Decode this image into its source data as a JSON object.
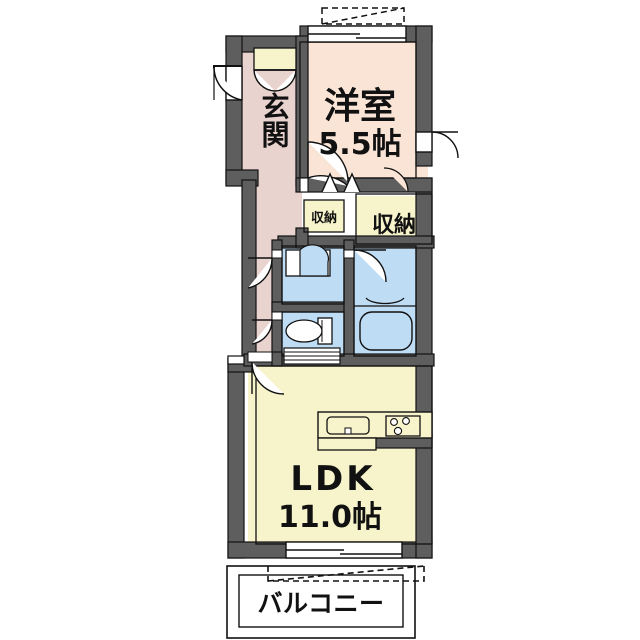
{
  "plan": {
    "title": "間取図",
    "layout_type": "1LDK",
    "rooms": [
      {
        "id": "genkan",
        "label": "玄関",
        "size": "",
        "color": "#e8d3cf",
        "kind": "entrance"
      },
      {
        "id": "washitsu",
        "label": "洋室",
        "size": "5.5帖",
        "color": "#fae4d6",
        "kind": "bedroom"
      },
      {
        "id": "ldk",
        "label": "LDK",
        "size": "11.0帖",
        "color": "#f7f3ca",
        "kind": "living-dining-kitchen"
      },
      {
        "id": "closet_small",
        "label": "収納",
        "size": "",
        "color": "#f7f3ca",
        "kind": "closet"
      },
      {
        "id": "closet_large",
        "label": "収納",
        "size": "",
        "color": "#f7f3ca",
        "kind": "closet"
      },
      {
        "id": "balcony",
        "label": "バルコニー",
        "size": "",
        "color": "#ffffff",
        "kind": "balcony"
      }
    ],
    "fixtures": [
      {
        "id": "sink",
        "name": "kitchen-sink"
      },
      {
        "id": "stove",
        "name": "gas-stove-3burner"
      },
      {
        "id": "bathtub",
        "name": "bathtub"
      },
      {
        "id": "toilet",
        "name": "toilet"
      },
      {
        "id": "vanity",
        "name": "wash-basin"
      },
      {
        "id": "washer",
        "name": "washing-machine-space"
      },
      {
        "id": "shoebox",
        "name": "shoe-cabinet"
      }
    ],
    "colors": {
      "wall": "#5e5e5e",
      "wall_light": "#8a8a8a",
      "entrance_fill": "#e8d3cf",
      "bedroom_fill": "#fae4d6",
      "ldk_fill": "#f7f3ca",
      "water_fill": "#bfdcf5",
      "closet_fill": "#f7f3ca",
      "line": "#111111",
      "white": "#ffffff"
    }
  },
  "labels": {
    "genkan": "玄関",
    "bedroom_name": "洋室",
    "bedroom_size": "5.5帖",
    "ldk_name": "LDK",
    "ldk_size": "11.0帖",
    "closet_small": "収納",
    "closet_large": "収納",
    "balcony": "バルコニー"
  }
}
